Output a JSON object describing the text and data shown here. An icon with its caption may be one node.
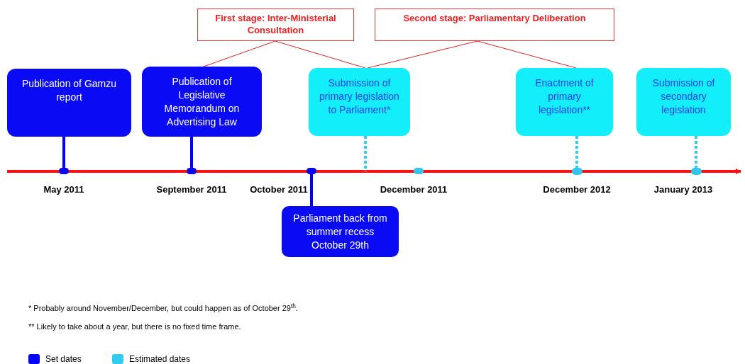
{
  "diagram": {
    "nodes": [
      {
        "text": [
          "First stage: Inter-Ministerial Consultation"
        ]
      },
      {
        "text": [
          "Second stage: Parliamentary Deliberation"
        ]
      },
      {
        "text": [
          "Publication of Gamzu report"
        ]
      },
      {
        "text": [
          "Publication of Legislative Memorandum on Advertising Law"
        ]
      },
      {
        "text": [
          "Submission of primary legislation to Parliament*"
        ]
      },
      {
        "text": [
          "Enactment of primary legislation**"
        ]
      },
      {
        "text": [
          "Submission of secondary legislation"
        ]
      },
      {
        "text": [
          "Parliament back from summer recess October 29th"
        ]
      },
      {
        "text": [],
        "shape": "circle"
      },
      {
        "text": [],
        "shape": "circle"
      },
      {
        "text": [],
        "shape": "circle"
      },
      {
        "text": [],
        "shape": "circle"
      },
      {
        "text": [],
        "shape": "circle"
      },
      {
        "text": [],
        "shape": "circle"
      }
    ],
    "edges": [
      {
        "from": 0,
        "to": 3,
        "arrow": "none"
      },
      {
        "from": 0,
        "to": 4,
        "arrow": "none"
      },
      {
        "from": 1,
        "to": 4,
        "arrow": "none"
      },
      {
        "from": 1,
        "to": 5,
        "arrow": "none"
      },
      {
        "from": 2,
        "to": 8,
        "arrow": "none",
        "color": "#0000ff"
      },
      {
        "from": 3,
        "to": 9,
        "arrow": "none",
        "color": "#0000ff"
      },
      {
        "from": 7,
        "to": 10,
        "arrow": "none",
        "color": "#0000ff"
      },
      {
        "from": 4,
        "to": null,
        "arrow": "none",
        "style": "dashed",
        "color": "#33ccee"
      },
      {
        "from": 5,
        "to": 12,
        "arrow": "none",
        "style": "dashed",
        "color": "#33ccee"
      },
      {
        "from": 6,
        "to": 13,
        "arrow": "none",
        "style": "dashed",
        "color": "#33ccee"
      }
    ],
    "labels": [
      "May 2011",
      "September 2011",
      "October 2011",
      "December 2011",
      "December 2012",
      "January 2013",
      "* Probably around November/December, but could happen as of October 29$^{th}$.",
      "** Likely to take about a year, but there is no fixed time frame."
    ],
    "legend": [
      {
        "text": "Set dates",
        "color": "#0000ff"
      },
      {
        "text": "Estimated dates",
        "color": "#33ccee"
      }
    ]
  }
}
